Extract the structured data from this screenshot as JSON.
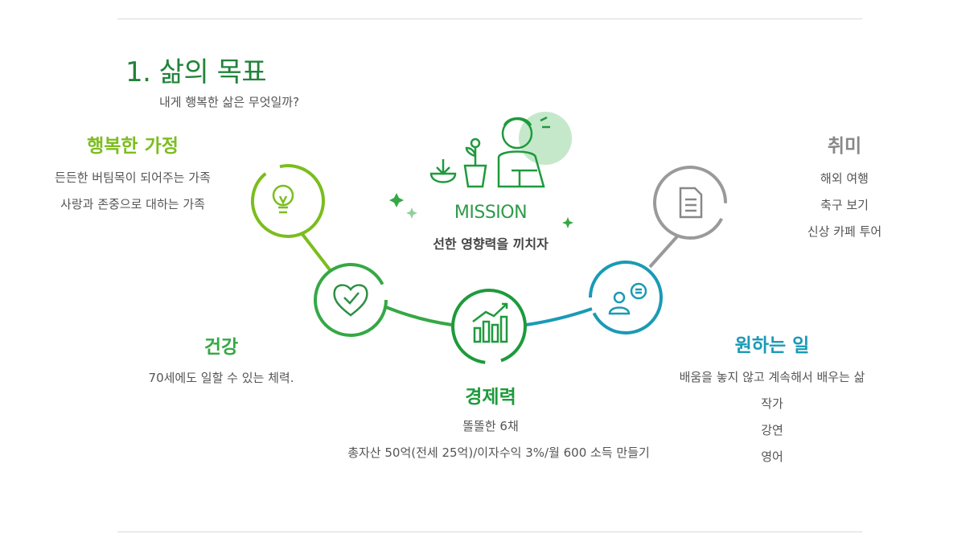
{
  "header": {
    "title": "1. 삶의 목표",
    "subtitle": "내게 행복한 삶은 무엇일까?"
  },
  "mission": {
    "label": "MISSION",
    "text": "선한 영향력을 끼치자"
  },
  "goals": {
    "family": {
      "title": "행복한 가정",
      "lines": [
        "든든한 버팀목이 되어주는 가족",
        "사랑과 존중으로 대하는 가족"
      ],
      "color": "#7cbd1e",
      "icon": "lightbulb-icon"
    },
    "health": {
      "title": "건강",
      "lines": [
        "70세에도 일할 수 있는 체력."
      ],
      "color": "#35a845",
      "icon": "heart-check-icon"
    },
    "wealth": {
      "title": "경제력",
      "lines": [
        "똘똘한 6채",
        "총자산  50억(전세 25억)/이자수익 3%/월 600 소득 만들기"
      ],
      "color": "#1e9a3c",
      "icon": "growth-chart-icon"
    },
    "work": {
      "title": "원하는 일",
      "lines": [
        "배움을 놓지 않고 계속해서 배우는 삶",
        "작가",
        "강연",
        "영어"
      ],
      "color": "#1a9ab5",
      "icon": "person-chat-icon"
    },
    "hobby": {
      "title": "취미",
      "lines": [
        "해외 여행",
        "축구 보기",
        "신상 카페 투어"
      ],
      "color": "#888888",
      "icon": "document-icon"
    }
  }
}
